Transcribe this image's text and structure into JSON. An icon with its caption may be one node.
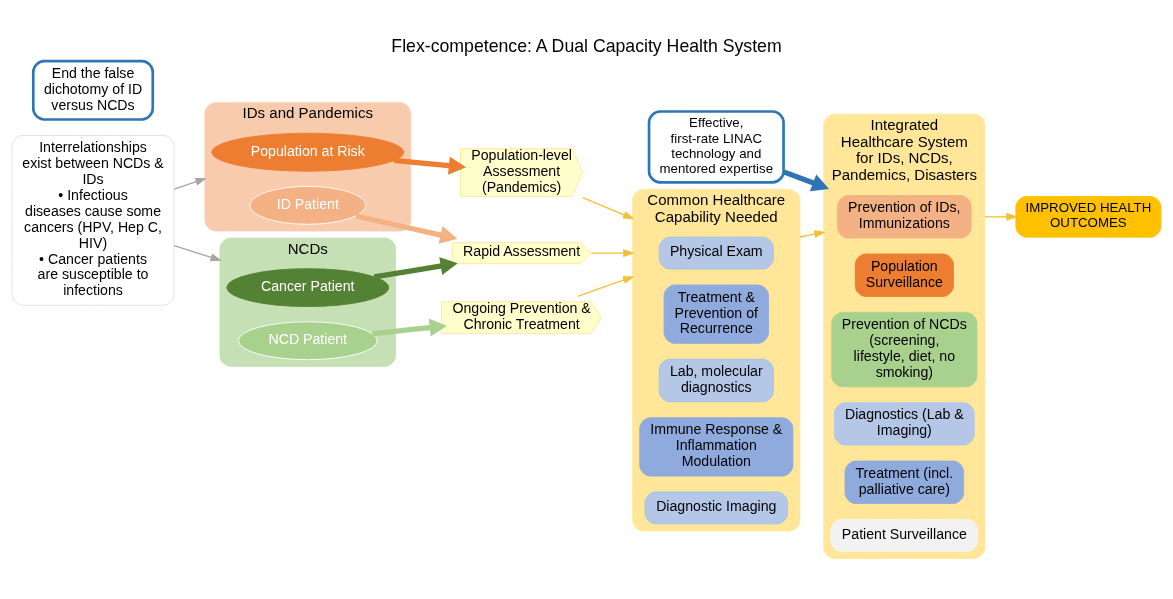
{
  "diagram": {
    "title": "Flex-competence: A Dual Capacity Health System",
    "nodes": [
      {
        "text": [
          "IDs and Pandemics"
        ]
      },
      {
        "text": [
          "Population at Risk"
        ],
        "in": 0
      },
      {
        "text": [
          "ID Patient"
        ],
        "in": 0
      },
      {
        "text": [
          "Interrelationships exist between NCDs & IDs",
          "• Infectious diseases cause some cancers (HPV, Hep C, HIV)",
          "• Cancer patients are susceptible to infections"
        ]
      },
      {
        "text": [
          "NCDs"
        ]
      },
      {
        "text": [
          "Cancer Patient"
        ],
        "in": 4
      },
      {
        "text": [
          "NCD Patient"
        ],
        "in": 4
      },
      {
        "text": [
          "End the false dichotomy of ID versus NCDs"
        ]
      },
      {
        "text": [
          "Population-level Assessment",
          "(Pandemics)"
        ]
      },
      {
        "text": [
          "Rapid Assessment"
        ]
      },
      {
        "text": [
          "Ongoing Prevention & Chronic Treatment"
        ]
      },
      {
        "text": [
          "Common Healthcare Capability Needed"
        ]
      },
      {
        "text": [
          "Physical Exam"
        ],
        "in": 11
      },
      {
        "text": [
          "Treatment & Prevention of Recurrence"
        ],
        "in": 11
      },
      {
        "text": [
          "Lab, molecular diagnostics"
        ],
        "in": 11
      },
      {
        "text": [
          "Immune Response & Inflammation Modulation"
        ],
        "in": 11
      },
      {
        "text": [
          "Diagnostic Imaging"
        ],
        "in": 11
      },
      {
        "text": [
          "Integrated Healthcare System for IDs, NCDs, Pandemics, Disasters"
        ]
      },
      {
        "text": [
          "Prevention of IDs, Immunizations"
        ],
        "in": 17
      },
      {
        "text": [
          "Population Surveillance"
        ],
        "in": 17
      },
      {
        "text": [
          "Prevention of NCDs (screening, lifestyle, diet, no smoking)"
        ],
        "in": 17
      },
      {
        "text": [
          "Diagnostics (Lab & Imaging)"
        ],
        "in": 17
      },
      {
        "text": [
          "Treatment (incl. palliative care)"
        ],
        "in": 17
      },
      {
        "text": [
          "Patient Surveillance"
        ],
        "in": 17
      },
      {
        "text": [
          "IMPROVED HEALTH OUTCOMES"
        ]
      },
      {
        "text": [
          "Effective, first-rate LINAC technology and mentored expertise"
        ]
      }
    ],
    "edges": [
      {
        "from": 3,
        "to": 0,
        "arrow": "to",
        "color": "#a6a6a6"
      },
      {
        "from": 3,
        "to": 4,
        "arrow": "to",
        "color": "#a6a6a6"
      },
      {
        "from": 1,
        "to": 8,
        "arrow": "to",
        "style": "thick",
        "color": "#ed7d31"
      },
      {
        "from": 2,
        "to": 9,
        "arrow": "to",
        "style": "thick",
        "color": "#f4b183"
      },
      {
        "from": 5,
        "to": 9,
        "arrow": "to",
        "style": "thick",
        "color": "#548235"
      },
      {
        "from": 6,
        "to": 10,
        "arrow": "to",
        "style": "thick",
        "color": "#a9d18e"
      },
      {
        "from": 8,
        "to": 11,
        "arrow": "to"
      },
      {
        "from": 9,
        "to": 11,
        "arrow": "to"
      },
      {
        "from": 10,
        "to": 11,
        "arrow": "to"
      },
      {
        "from": 11,
        "to": 17,
        "arrow": "to"
      },
      {
        "from": 17,
        "to": 24,
        "arrow": "to"
      },
      {
        "from": 25,
        "to": 17,
        "arrow": "to",
        "style": "thick",
        "color": "#2e75b6"
      }
    ]
  }
}
